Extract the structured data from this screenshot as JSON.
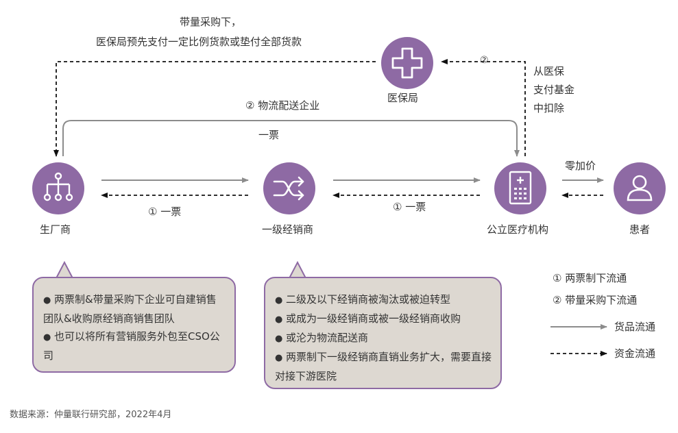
{
  "nodes": {
    "manufacturer": "生厂商",
    "distributor": "一级经销商",
    "hospital": "公立医疗机构",
    "patient": "患者",
    "insurance": "医保局"
  },
  "labels": {
    "top_caption_line1": "带量采购下，",
    "top_caption_line2": "医保局预先支付一定比例货款或垫付全部货款",
    "right_caption_line1": "从医保",
    "right_caption_line2": "支付基金",
    "right_caption_line3": "中扣除",
    "marker_2_top": "②",
    "logistics": "② 物流配送企业",
    "one_ticket_top": "一票",
    "one_ticket_left": "① 一票",
    "one_ticket_right": "① 一票",
    "zero_markup": "零加价"
  },
  "bubbles": {
    "left": [
      "两票制&带量采购下企业可自建销售团队&收购原经销商销售团队",
      "也可以将所有营销服务外包至CSO公司"
    ],
    "right": [
      "二级及以下经销商被淘汰或被迫转型",
      "或成为一级经销商或被一级经销商收购",
      "或沦为物流配送商",
      "两票制下一级经销商直销业务扩大，需要直接对接下游医院"
    ],
    "bullet": "●"
  },
  "legend": {
    "item1": "①  两票制下流通",
    "item2": "②  带量采购下流通",
    "goods": "货品流通",
    "funds": "资金流通"
  },
  "source": "数据来源：仲量联行研究部，2022年4月",
  "colors": {
    "node": "#8e6aa4",
    "bubble_fill": "#ddd8d1",
    "goods_line": "#8c8c8c",
    "funds_line": "#111111"
  },
  "icons": {
    "manufacturer": "org-chart-icon",
    "distributor": "shuffle-icon",
    "hospital": "building-icon",
    "patient": "person-icon",
    "insurance": "medical-cross-icon"
  }
}
